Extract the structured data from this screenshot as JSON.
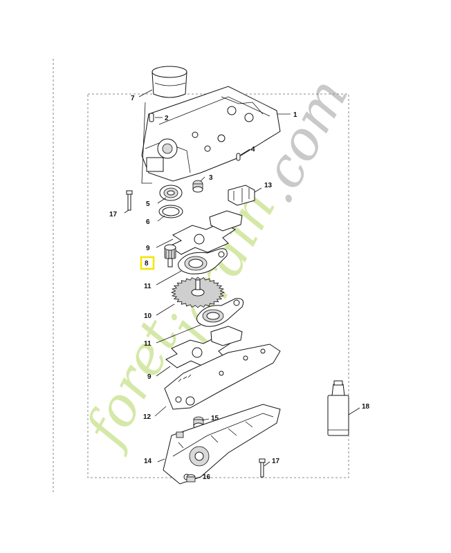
{
  "watermark": {
    "part1": "foret",
    "part2": "jardin",
    "part3": ".com",
    "color_green": "#d6e8a8",
    "color_orange": "#f4c98f",
    "color_gray": "#c9c9c9"
  },
  "callouts": {
    "p1": "1",
    "p2": "2",
    "p3": "3",
    "p4": "4",
    "p5": "5",
    "p6": "6",
    "p7": "7",
    "p8": "8",
    "p9a": "9",
    "p9b": "9",
    "p10": "10",
    "p11a": "11",
    "p11b": "11",
    "p12": "12",
    "p13": "13",
    "p14": "14",
    "p15": "15",
    "p16": "16",
    "p17a": "17",
    "p17b": "17",
    "p18": "18"
  },
  "highlight": {
    "part": "8",
    "color": "#f2e600"
  },
  "colors": {
    "line": "#111111",
    "gear": "#cfcfcf",
    "frame": "#666666"
  }
}
